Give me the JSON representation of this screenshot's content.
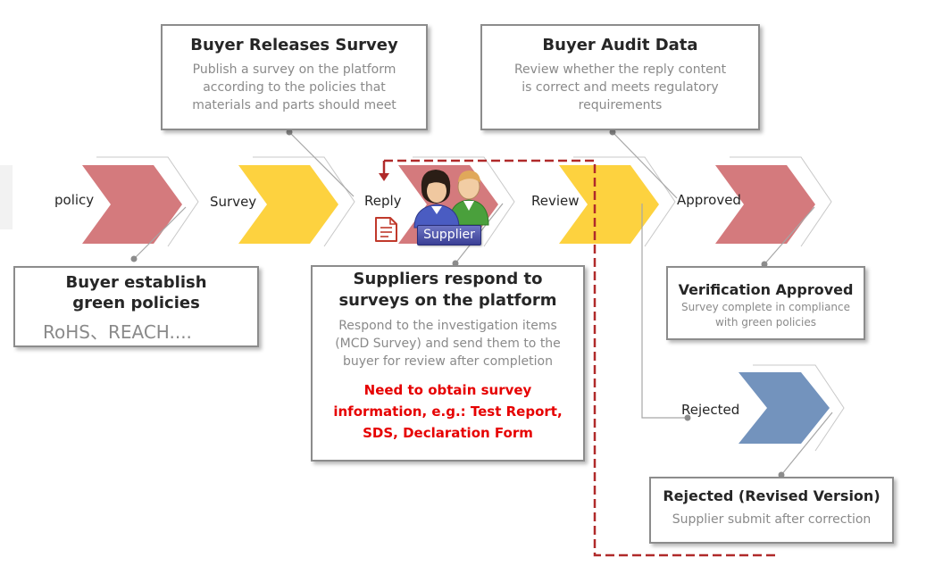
{
  "stages": {
    "policy": "policy",
    "survey": "Survey",
    "reply": "Reply",
    "review": "Review",
    "approved": "Approved",
    "rejected": "Rejected"
  },
  "supplier_badge": "Supplier",
  "buyer_releases": {
    "title": "Buyer Releases Survey",
    "desc": [
      "Publish a survey on the platform",
      "according to the policies that",
      "materials and parts should meet"
    ]
  },
  "buyer_audit": {
    "title": "Buyer Audit Data",
    "desc": [
      "Review whether the reply content",
      "is correct and meets regulatory",
      "requirements"
    ]
  },
  "buyer_establish": {
    "title": [
      "Buyer establish",
      "green policies"
    ],
    "sub": "RoHS、REACH...."
  },
  "suppliers_respond": {
    "title": [
      "Suppliers respond to",
      "surveys on the platform"
    ],
    "desc": [
      "Respond to the investigation items",
      "(MCD Survey) and send them to the",
      "buyer for review after completion"
    ],
    "note": [
      "Need to obtain survey",
      "information, e.g.: Test Report,",
      "SDS, Declaration Form"
    ]
  },
  "verification": {
    "title": "Verification Approved",
    "desc": [
      "Survey complete in compliance",
      "with green policies"
    ]
  },
  "rejected_box": {
    "title": "Rejected (Revised Version)",
    "desc": "Supplier submit after correction"
  },
  "colors": {
    "pink": "#d47a7d",
    "yellow": "#fdd23f",
    "blue": "#7393bd",
    "dashed": "#b02a2a",
    "note_red": "#e60000"
  }
}
